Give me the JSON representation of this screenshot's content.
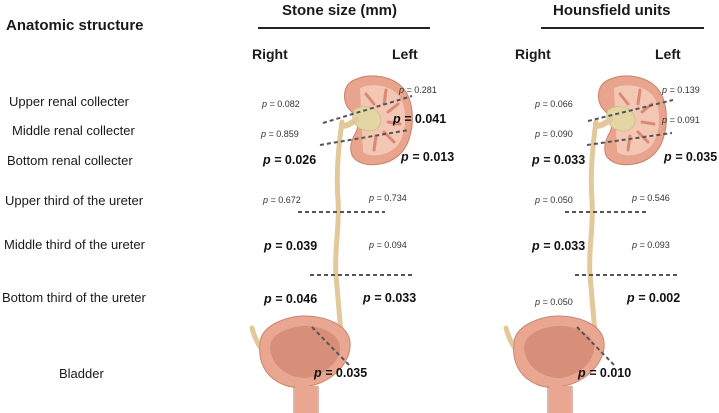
{
  "row_header": "Anatomic structure",
  "structures": [
    "Upper renal collecter",
    "Middle renal collecter",
    "Bottom renal collecter",
    "Upper third of the ureter",
    "Middle third of the ureter",
    "Bottom third of the ureter",
    "Bladder"
  ],
  "panels": [
    {
      "title": "Stone size (mm)",
      "right_label": "Right",
      "left_label": "Left",
      "p_prefix": "p = ",
      "values": [
        {
          "v": "0.082",
          "sig": false
        },
        {
          "v": "0.281",
          "sig": false
        },
        {
          "v": "0.041",
          "sig": true
        },
        {
          "v": "0.859",
          "sig": false
        },
        {
          "v": "0.026",
          "sig": true
        },
        {
          "v": "0.013",
          "sig": true
        },
        {
          "v": "0.672",
          "sig": false
        },
        {
          "v": "0.734",
          "sig": false
        },
        {
          "v": "0.039",
          "sig": true
        },
        {
          "v": "0.094",
          "sig": false
        },
        {
          "v": "0.046",
          "sig": true
        },
        {
          "v": "0.033",
          "sig": true
        },
        {
          "v": "0.035",
          "sig": true
        }
      ]
    },
    {
      "title": "Hounsfield units",
      "right_label": "Right",
      "left_label": "Left",
      "p_prefix": "p = ",
      "values": [
        {
          "v": "0.066",
          "sig": false
        },
        {
          "v": "0.139",
          "sig": false
        },
        {
          "v": "0.091",
          "sig": false
        },
        {
          "v": "0.090",
          "sig": false
        },
        {
          "v": "0.033",
          "sig": true
        },
        {
          "v": "0.035",
          "sig": true
        },
        {
          "v": "0.050",
          "sig": false
        },
        {
          "v": "0.546",
          "sig": false
        },
        {
          "v": "0.033",
          "sig": true
        },
        {
          "v": "0.093",
          "sig": false
        },
        {
          "v": "0.050",
          "sig": false
        },
        {
          "v": "0.002",
          "sig": true
        },
        {
          "v": "0.010",
          "sig": true
        }
      ]
    }
  ],
  "colors": {
    "kidney_outer": "#e8a48c",
    "kidney_inner": "#f4c6b4",
    "pelvis": "#e3d6a4",
    "ureter": "#e2c89a",
    "bladder": "#e9a690",
    "bladder_inner": "#d88f7a"
  }
}
